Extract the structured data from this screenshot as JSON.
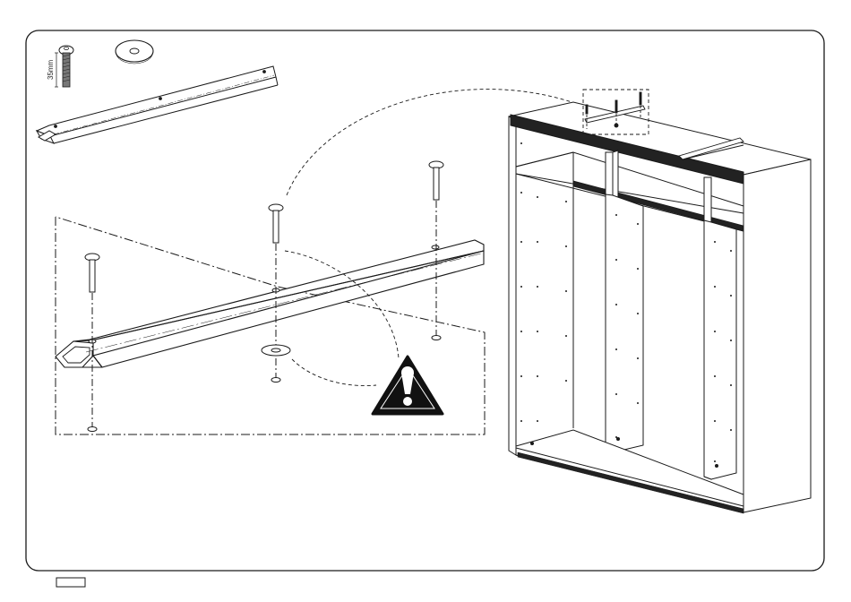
{
  "hardware": {
    "screw_length_label": "35mm"
  },
  "colors": {
    "line": "#1a1a1a",
    "panel_edge": "#333333",
    "warning_fill": "#111111",
    "background": "#ffffff"
  },
  "icons": {
    "warning": "warning-exclamation-triangle",
    "screw": "screw",
    "washer": "washer"
  }
}
